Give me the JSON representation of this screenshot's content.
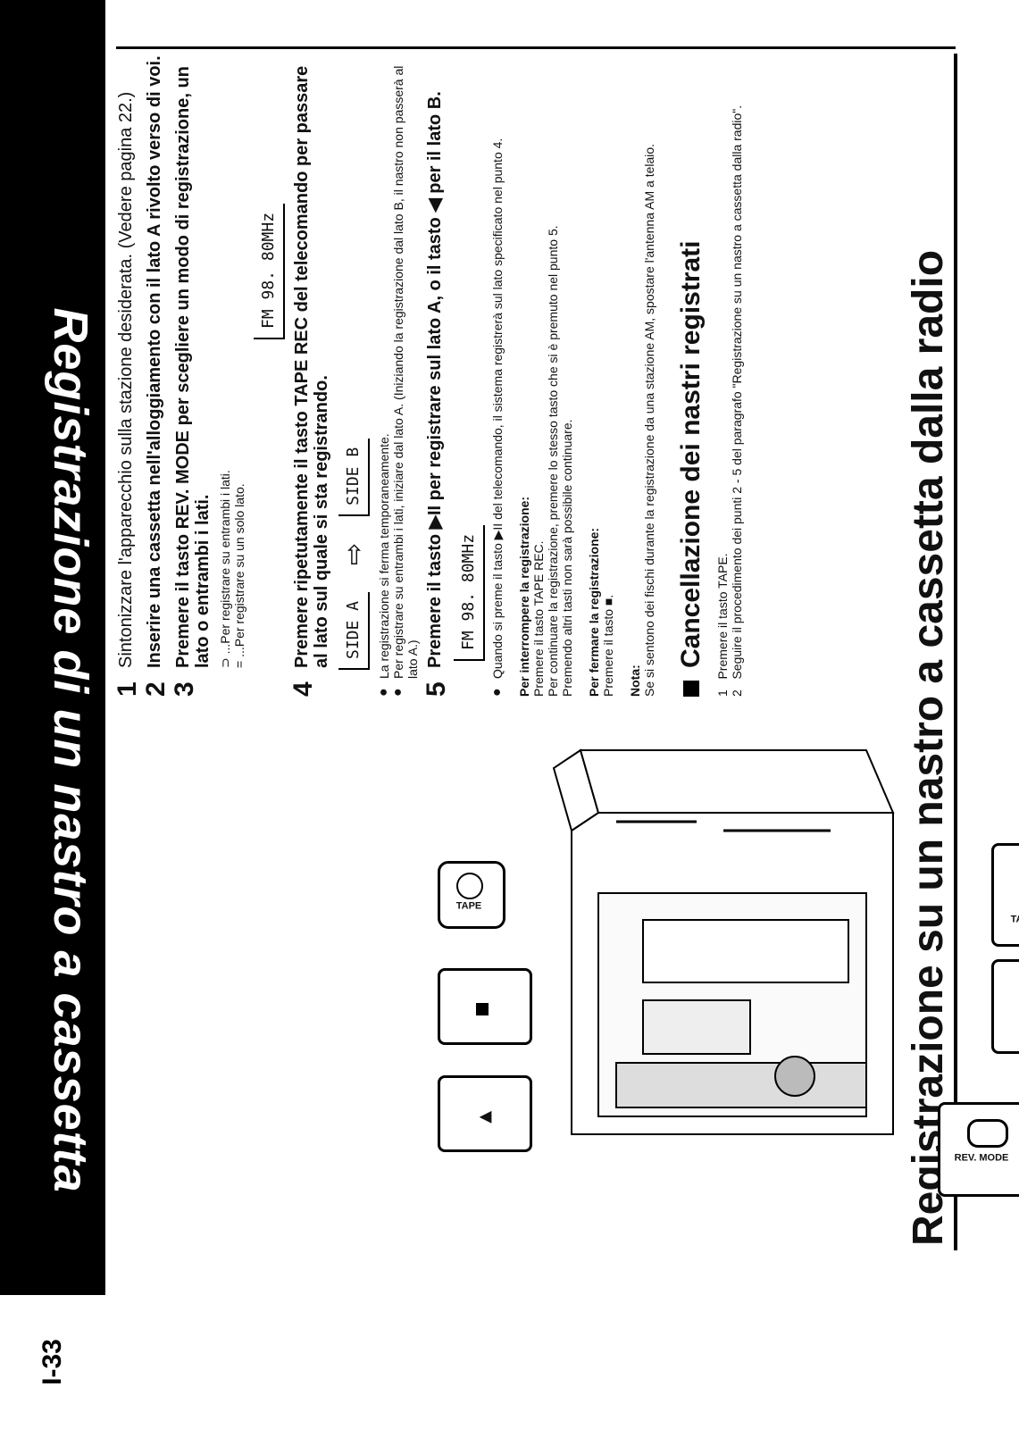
{
  "side_band": {
    "title": "Registrazione di un nastro a cassetta",
    "page_number": "I-33"
  },
  "title": "Registrazione su un nastro a cassetta dalla radio",
  "illustration": {
    "labels": {
      "tape": "TAPE",
      "tape_rec": "TAPE REC",
      "rev_mode": "REV. MODE"
    }
  },
  "steps": [
    {
      "num": "1",
      "text": "Sintonizzare l'apparecchio sulla stazione desiderata. (Vedere pagina 22.)"
    },
    {
      "num": "2",
      "text": "Inserire una cassetta nell'alloggiamento con il lato A rivolto verso di voi."
    },
    {
      "num": "3",
      "text": "Premere il tasto REV. MODE per scegliere un modo di registrazione, un lato o entrambi i lati."
    },
    {
      "num": "4",
      "text": "Premere ripetutamente il tasto TAPE REC del telecomando per passare al lato sul quale si sta registrando."
    },
    {
      "num": "5",
      "text": "Premere il tasto ▶II per registrare sul lato A, o il tasto ◀ per il lato B."
    }
  ],
  "step3_options": [
    {
      "sym": "⊃",
      "text": "...Per registrare su entrambi i lati."
    },
    {
      "sym": "=",
      "text": "...Per registrare su un solo lato."
    }
  ],
  "lcd": {
    "line1": "FM  98. 80MHz",
    "side_a": "SIDE A",
    "side_b": "SIDE B"
  },
  "step4_notes": [
    "La registrazione si ferma temporaneamente.",
    "Per registrare su entrambi i lati, iniziare dal lato A. (Iniziando la registrazione dal lato B, il nastro non passerà al lato A.)"
  ],
  "step5_note": "Quando si preme il tasto ▶II del telecomando, il sistema registrerà sul lato specificato nel punto 4.",
  "interrupt": {
    "heading": "Per interrompere la registrazione:",
    "lines": [
      "Premere il tasto TAPE REC.",
      "Per continuare la registrazione, premere lo stesso tasto che si è premuto nel punto 5.",
      "Premendo altri tasti non sarà possibile continuare."
    ]
  },
  "stop": {
    "heading": "Per fermare la registrazione:",
    "line": "Premere il tasto ■."
  },
  "note": {
    "heading": "Nota:",
    "text": "Se si sentono dei fischi durante la registrazione da una stazione AM, spostare l'antenna AM a telaio."
  },
  "erase": {
    "heading": "Cancellazione dei nastri registrati",
    "steps": [
      {
        "num": "1",
        "text": "Premere il tasto TAPE."
      },
      {
        "num": "2",
        "text": "Seguire il procedimento dei punti 2 - 5 del paragrafo \"Registrazione su un nastro a cassetta dalla radio\"."
      }
    ]
  }
}
